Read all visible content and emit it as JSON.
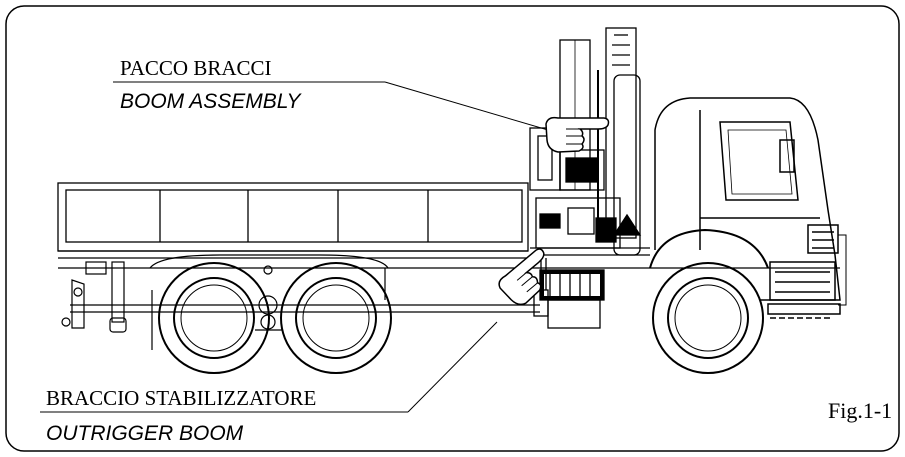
{
  "labels": {
    "boom_it": "PACCO BRACCI",
    "boom_en": "BOOM ASSEMBLY",
    "outrigger_it": "BRACCIO STABILIZZATORE",
    "outrigger_en": "OUTRIGGER BOOM",
    "figure": "Fig.1-1"
  },
  "icons": [
    "pointing-hand-icon",
    "pointing-hand-icon"
  ],
  "colors": {
    "line": "#000000",
    "background": "#ffffff"
  }
}
